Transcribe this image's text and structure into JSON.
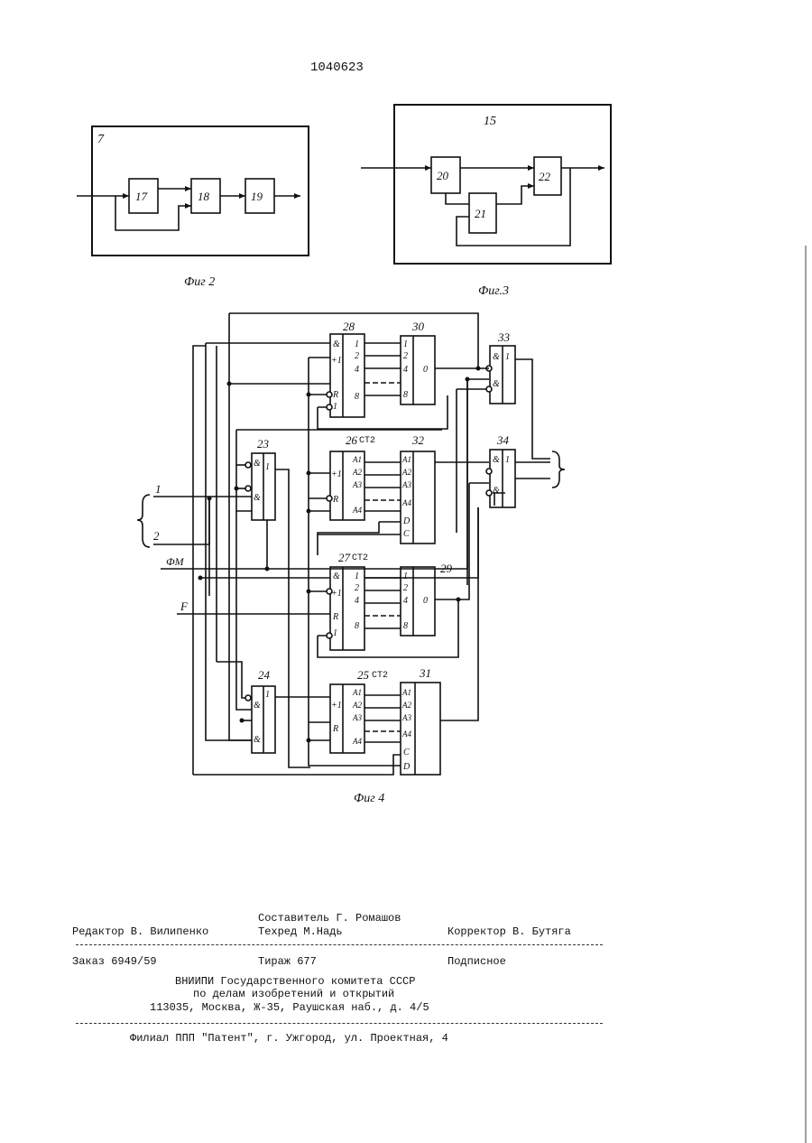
{
  "patent_number": "1040623",
  "fig2": {
    "caption": "Фиг 2",
    "frame_label": "7",
    "blocks": [
      "17",
      "18",
      "19"
    ]
  },
  "fig3": {
    "caption": "Фиг.3",
    "frame_label": "15",
    "blocks": [
      "20",
      "21",
      "22"
    ]
  },
  "fig4": {
    "caption": "Фиг 4",
    "block_numbers": [
      "28",
      "30",
      "33",
      "23",
      "26",
      "32",
      "34",
      "27",
      "29",
      "24",
      "25",
      "31"
    ],
    "block_types": [
      "СТ2",
      "СТ2",
      "СТ2"
    ],
    "inputs": [
      "1",
      "2",
      "ФМ",
      "F"
    ],
    "pins": {
      "b28": [
        "&",
        "+1",
        "R",
        "1",
        "1",
        "2",
        "4",
        "8"
      ],
      "b30": [
        "1",
        "2",
        "4",
        "8",
        "0"
      ],
      "b33": [
        "&",
        "1",
        "&"
      ],
      "b23": [
        "&",
        "1",
        "&"
      ],
      "b26": [
        "+1",
        "R",
        "A1",
        "A2",
        "A3",
        "A4"
      ],
      "b32": [
        "A1",
        "A2",
        "A3",
        "A4",
        "D",
        "C"
      ],
      "b34": [
        "&",
        "1",
        "&"
      ],
      "b27": [
        "&",
        "+1",
        "R",
        "1",
        "1",
        "2",
        "4",
        "8"
      ],
      "b29": [
        "1",
        "2",
        "4",
        "8",
        "0"
      ],
      "b24": [
        "&",
        "1",
        "&"
      ],
      "b25": [
        "+1",
        "R",
        "A1",
        "A2",
        "A3",
        "A4"
      ],
      "b31": [
        "A1",
        "A2",
        "A3",
        "A4",
        "C",
        "D"
      ]
    }
  },
  "imprint": {
    "compiler": "Составитель Г. Ромашов",
    "editor": "Редактор В. Вилипенко",
    "techred": "Техред М.Надь",
    "corrector": "Корректор В. Бутяга",
    "order": "Заказ 6949/59",
    "print_run": "Тираж 677",
    "subscription": "Подписное",
    "org_line1": "ВНИИПИ Государственного комитета СССР",
    "org_line2": "по делам изобретений и открытий",
    "org_line3": "113035, Москва, Ж-35, Раушская наб., д. 4/5",
    "branch": "Филиал ППП \"Патент\", г. Ужгород, ул. Проектная, 4"
  }
}
